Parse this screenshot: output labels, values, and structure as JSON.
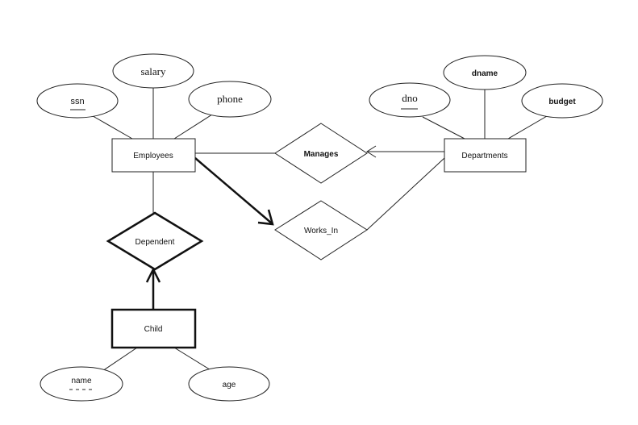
{
  "entities": {
    "employees": "Employees",
    "departments": "Departments",
    "child": "Child"
  },
  "relationships": {
    "manages": "Manages",
    "works_in": "Works_In",
    "dependent": "Dependent"
  },
  "attributes": {
    "ssn": "ssn",
    "salary": "salary",
    "phone": "phone",
    "dno": "dno",
    "dname": "dname",
    "budget": "budget",
    "name": "name",
    "age": "age"
  }
}
